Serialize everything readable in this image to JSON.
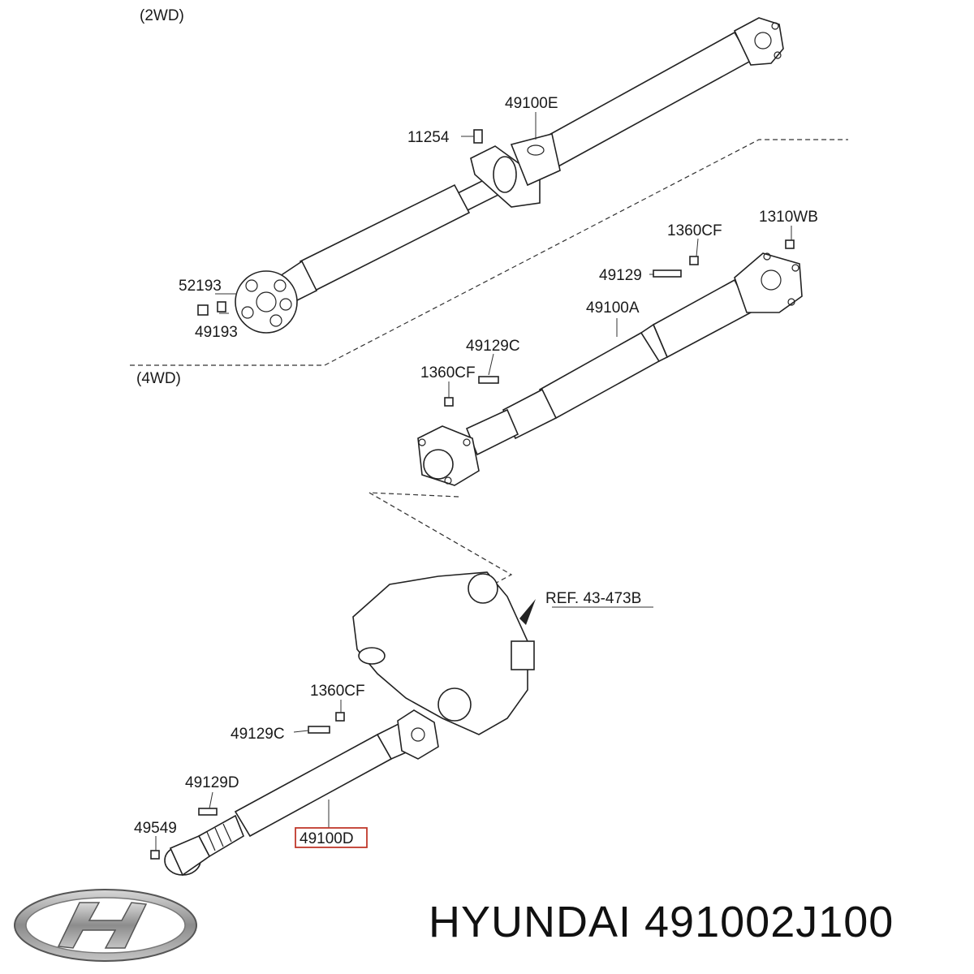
{
  "labels": {
    "2wd": "(2WD)",
    "4wd": "(4WD)",
    "p49100E": "49100E",
    "p11254": "11254",
    "p52193": "52193",
    "p49193": "49193",
    "p1360CF_top": "1360CF",
    "p1310WB": "1310WB",
    "p49129": "49129",
    "p49100A": "49100A",
    "p49129C_top": "49129C",
    "p1360CF_mid": "1360CF",
    "ref": "REF. 43-473B",
    "p1360CF_low": "1360CF",
    "p49129C_low": "49129C",
    "p49129D": "49129D",
    "p49549": "49549",
    "p49100D": "49100D"
  },
  "highlight": {
    "part": "49100D",
    "color": "#c0392b"
  },
  "brand": {
    "text": "HYUNDAI 491002J100",
    "logo": "hyundai-logo"
  }
}
